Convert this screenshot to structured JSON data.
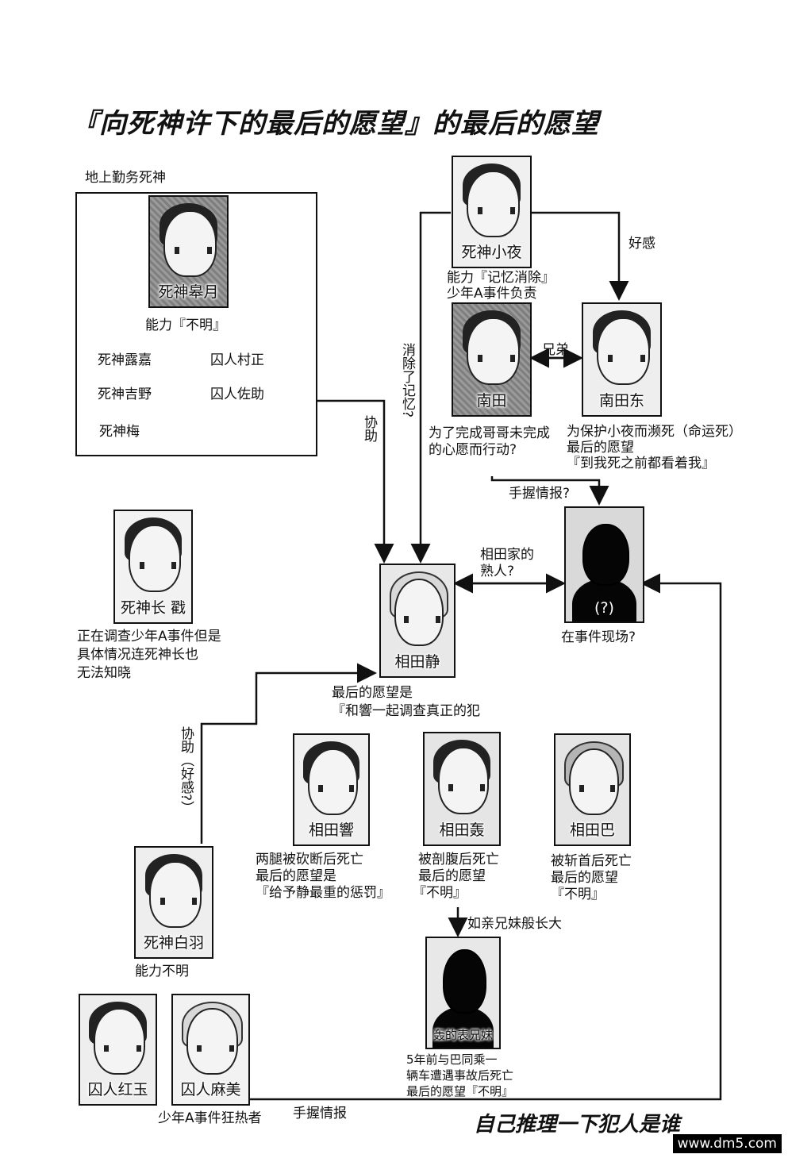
{
  "title": "『向死神许下的最后的愿望』的最后的愿望",
  "box_label": "地上勤务死神",
  "members": {
    "m1": "死神露嘉",
    "m2": "囚人村正",
    "m3": "死神吉野",
    "m4": "囚人佐助",
    "m5": "死神梅"
  },
  "characters": {
    "satsuki": {
      "name": "死神皋月",
      "note1": "能力『不明』"
    },
    "sayo": {
      "name": "死神小夜",
      "note1": "能力『记忆消除』",
      "note2": "少年A事件负责"
    },
    "minamida": {
      "name": "南田",
      "note1": "为了完成哥哥未完成",
      "note2": "的心愿而行动?"
    },
    "minamida_azuma": {
      "name": "南田东",
      "note1": "为保护小夜而濒死（命运死）",
      "note2": "最后的愿望",
      "note3": "『到我死之前都看着我』"
    },
    "chief": {
      "name": "死神长 戳",
      "note1": "正在调查少年A事件但是",
      "note2": "具体情况连死神长也",
      "note3": "无法知晓"
    },
    "shizuka": {
      "name": "相田静",
      "note1": "最后的愿望是",
      "note2": "『和響一起调查真正的犯"
    },
    "culprit": {
      "name": "(?)",
      "note1": "在事件现场?"
    },
    "hibiki": {
      "name": "相田響",
      "note1": "两腿被砍断后死亡",
      "note2": "最后的愿望是",
      "note3": "『给予静最重的惩罚』"
    },
    "todoroki": {
      "name": "相田轰",
      "note1": "被剖腹后死亡",
      "note2": "最后的愿望",
      "note3": "『不明』"
    },
    "tomoe": {
      "name": "相田巴",
      "note1": "被斩首后死亡",
      "note2": "最后的愿望",
      "note3": "『不明』"
    },
    "shiroha": {
      "name": "死神白羽",
      "note1": "能力不明"
    },
    "cousin": {
      "name": "轰的表兄妹",
      "note1": "5年前与巴同乘一",
      "note2": "辆车遭遇事故后死亡",
      "note3": "最后的愿望『不明』"
    },
    "kougyoku": {
      "name": "囚人红玉"
    },
    "asami": {
      "name": "囚人麻美",
      "note1": "少年A事件狂热者"
    }
  },
  "relations": {
    "favor": "好感",
    "brothers": "兄弟",
    "erased": "消除了记忆?",
    "assist1": "协助",
    "info_q": "手握情报?",
    "acquaint1": "相田家的",
    "acquaint2": "熟人?",
    "assist2": "协助（好感?）",
    "raised": "如亲兄妹般长大",
    "info": "手握情报"
  },
  "footer": "自己推理一下犯人是谁",
  "watermark": "www.dm5.com"
}
